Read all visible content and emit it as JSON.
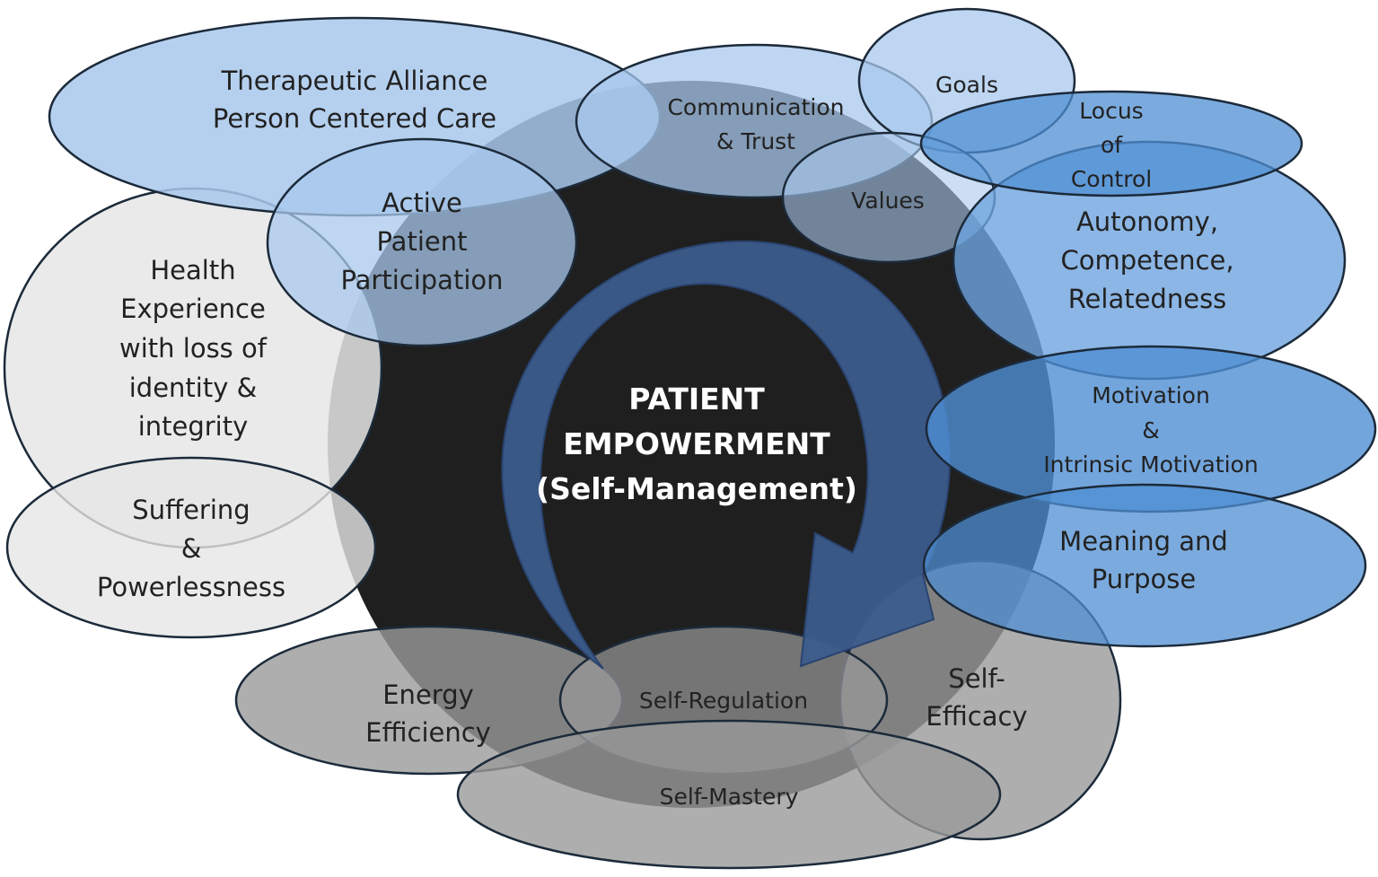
{
  "diagram": {
    "center": {
      "lines": [
        "PATIENT",
        "EMPOWERMENT",
        "(Self-Management)"
      ]
    },
    "nodes": {
      "therapeutic_alliance": [
        "Therapeutic Alliance",
        "Person Centered Care"
      ],
      "communication_trust": [
        "Communication",
        "& Trust"
      ],
      "goals": [
        "Goals"
      ],
      "locus_of_control": [
        "Locus",
        "of",
        "Control"
      ],
      "values": [
        "Values"
      ],
      "active_patient_participation": [
        "Active",
        "Patient",
        "Participation"
      ],
      "autonomy": [
        "Autonomy,",
        "Competence,",
        "Relatedness"
      ],
      "health_experience": [
        "Health",
        "Experience",
        "with loss of",
        "identity &",
        "integrity"
      ],
      "motivation": [
        "Motivation",
        "&",
        "Intrinsic Motivation"
      ],
      "suffering": [
        "Suffering",
        "&",
        "Powerlessness"
      ],
      "meaning_purpose": [
        "Meaning and",
        "Purpose"
      ],
      "energy_efficiency": [
        "Energy",
        "Efficiency"
      ],
      "self_regulation": [
        "Self-Regulation"
      ],
      "self_efficacy": [
        "Self-",
        "Efficacy"
      ],
      "self_mastery": [
        "Self-Mastery"
      ]
    },
    "colors": {
      "center_circle": "#1f1f1f",
      "light_blue": "#a8c8ec",
      "mid_blue": "#7fb0e2",
      "dark_blue": "#4f8fd3",
      "light_gray": "#e6e6e6",
      "dark_gray": "#9a9a9a",
      "arrow": "#3c5c8c",
      "outline": "#1c2a3a"
    }
  }
}
